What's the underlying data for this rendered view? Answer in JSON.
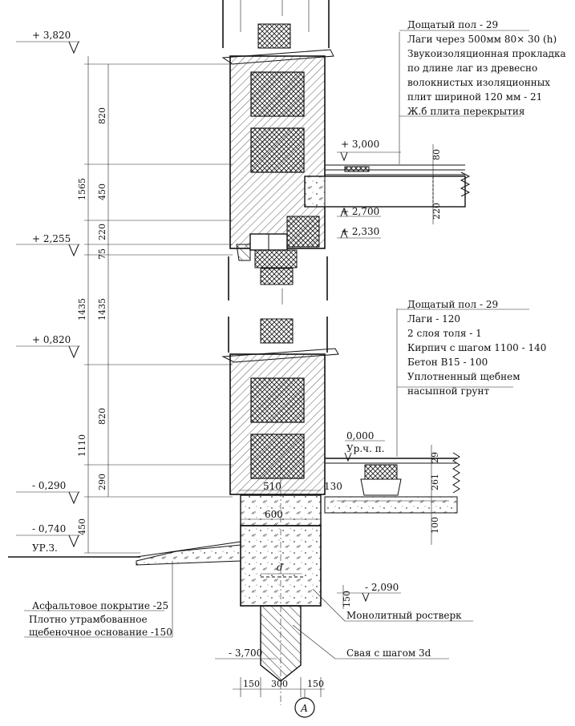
{
  "levels": {
    "l_3820": "+ 3,820",
    "l_2255": "+ 2,255",
    "l_0820": "+ 0,820",
    "l_m0290": "- 0,290",
    "l_m0740": "- 0,740",
    "ur_z": "УР.З.",
    "l_3000": "+ 3,000",
    "l_2700": "+ 2,700",
    "l_2330": "+ 2,330",
    "l_0000": "0,000",
    "ur_ch_p": "Ур.ч. п.",
    "l_m2090": "- 2,090",
    "l_m3700": "- 3,700"
  },
  "dims_left": {
    "d1565": "1565",
    "d820a": "820",
    "d450a": "450",
    "d220": "220",
    "d75": "75",
    "d1435a": "1435",
    "d1435b": "1435",
    "d1110": "1110",
    "d820b": "820",
    "d290": "290",
    "d450b": "450"
  },
  "dims_right": {
    "d80": "80",
    "d220r": "220",
    "d29": "29",
    "d261": "261",
    "d100": "100",
    "d150r": "150"
  },
  "dims_bottom": {
    "d510": "510",
    "d130": "130",
    "d600": "600",
    "d_d": "d",
    "b150a": "150",
    "b300": "300",
    "b150b": "150"
  },
  "axis_label": "А",
  "notes_upper": [
    "Дощатый пол      - 29",
    "Лаги через 500мм 80× 30 (h)",
    "Звукоизоляционная прокладка",
    "по длине лаг из древесно",
    "волокнистых изоляционных",
    "плит шириной 120 мм - 21",
    "Ж.б плита перекрытия"
  ],
  "notes_lower": [
    "Дощатый пол      - 29",
    "Лаги               - 120",
    "2 слоя  толя         - 1",
    "Кирпич с шагом 1100 - 140",
    "Бетон В15         - 100",
    "Уплотненный щебнем",
    "насыпной грунт"
  ],
  "notes_left": [
    "Асфальтовое покрытие -25",
    "Плотно утрамбованное",
    "щебеночное  основание -150"
  ],
  "callouts": {
    "rostverk": "Монолитный ростверк",
    "svaya": "Свая с шагом 3d"
  }
}
